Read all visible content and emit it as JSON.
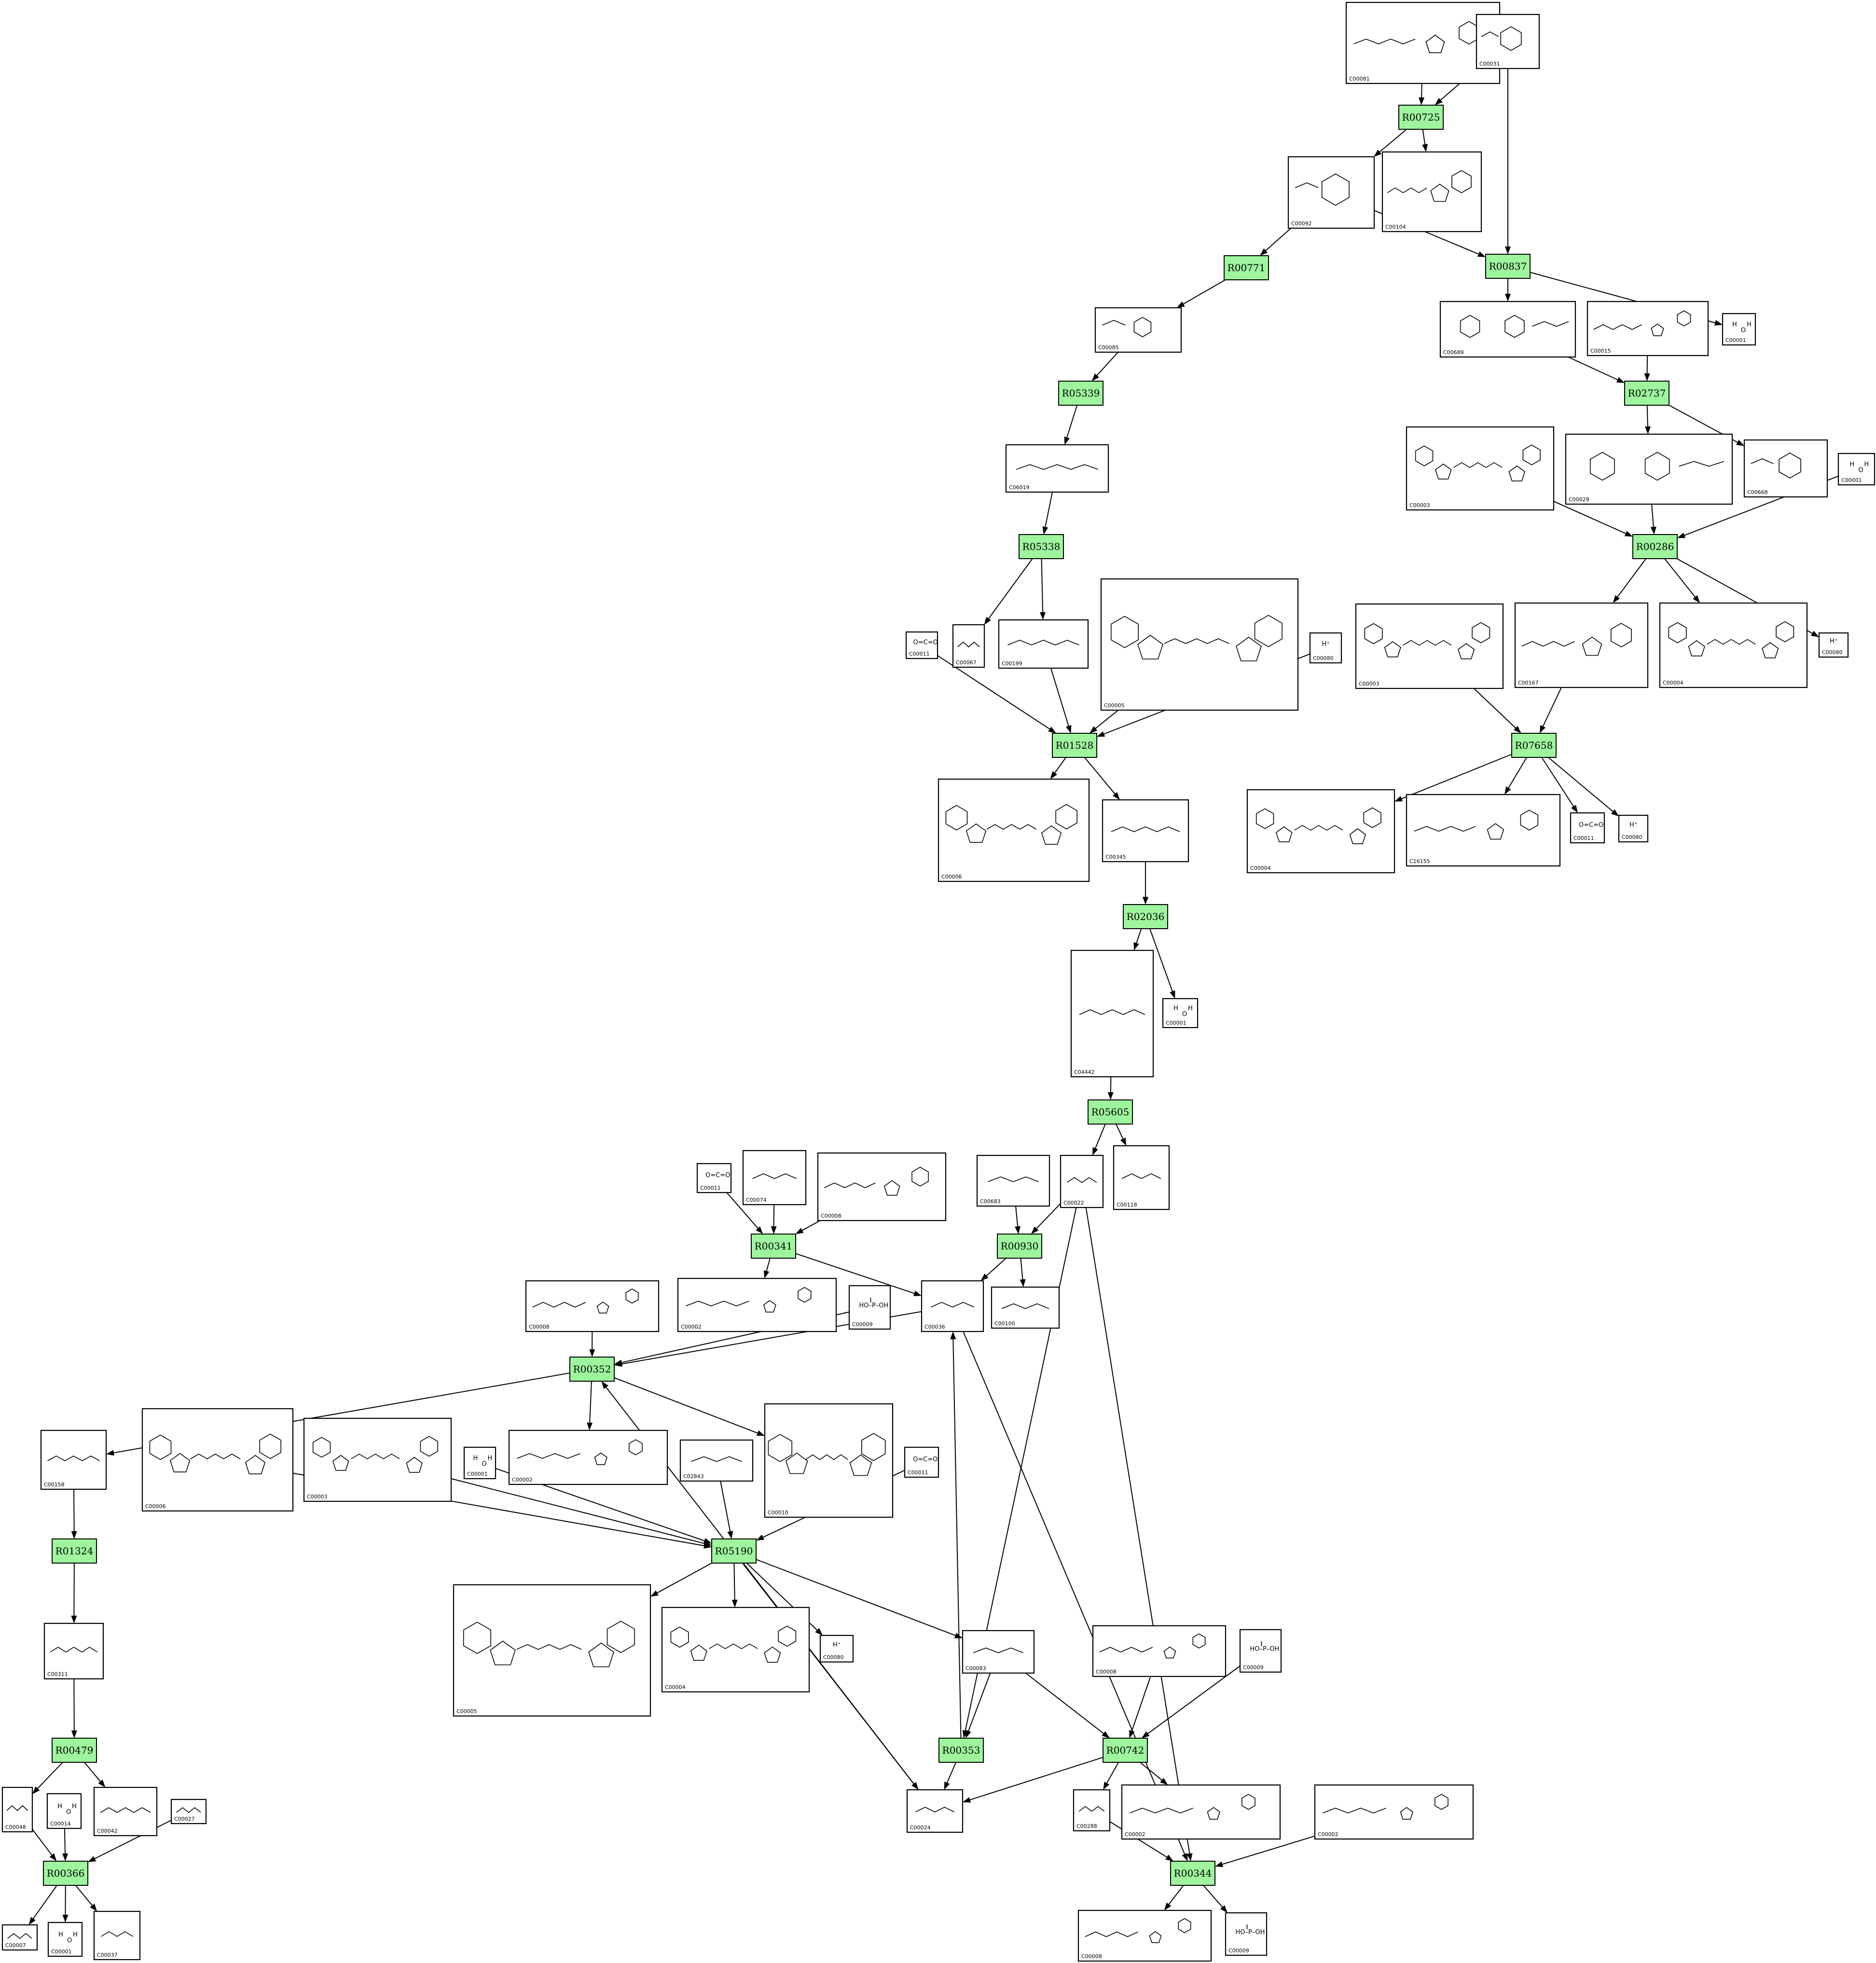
{
  "reactions": [
    {
      "id": "R00725"
    },
    {
      "id": "R00837"
    },
    {
      "id": "R00771"
    },
    {
      "id": "R02737"
    },
    {
      "id": "R05339"
    },
    {
      "id": "R00286"
    },
    {
      "id": "R05338"
    },
    {
      "id": "R01528"
    },
    {
      "id": "R07658"
    },
    {
      "id": "R02036"
    },
    {
      "id": "R05605"
    },
    {
      "id": "R00341"
    },
    {
      "id": "R00930"
    },
    {
      "id": "R00352"
    },
    {
      "id": "R05190"
    },
    {
      "id": "R01324"
    },
    {
      "id": "R00479"
    },
    {
      "id": "R00353"
    },
    {
      "id": "R00742"
    },
    {
      "id": "R00366"
    },
    {
      "id": "R00344"
    }
  ],
  "compounds": [
    {
      "key": "c_081",
      "code": "C00081",
      "kind": "nuc"
    },
    {
      "key": "c_031",
      "code": "C00031",
      "kind": "sugar"
    },
    {
      "key": "c_092",
      "code": "C00092",
      "kind": "sugar"
    },
    {
      "key": "c_104",
      "code": "C00104",
      "kind": "nuc"
    },
    {
      "key": "c_085",
      "code": "C00085",
      "kind": "sugar"
    },
    {
      "key": "c_689",
      "code": "C00689",
      "kind": "disugar"
    },
    {
      "key": "c_015",
      "code": "C00015",
      "kind": "nuc"
    },
    {
      "key": "c_001a",
      "code": "C00001",
      "kind": "water"
    },
    {
      "key": "c_6019",
      "code": "C06019",
      "kind": "chain"
    },
    {
      "key": "c_003a",
      "code": "C00003",
      "kind": "dinuc"
    },
    {
      "key": "c_029",
      "code": "C00029",
      "kind": "disugar"
    },
    {
      "key": "c_668",
      "code": "C00668",
      "kind": "sugar"
    },
    {
      "key": "c_001b",
      "code": "C00001",
      "kind": "water"
    },
    {
      "key": "c_011a",
      "code": "C00011",
      "kind": "co2"
    },
    {
      "key": "c_067",
      "code": "C00067",
      "kind": "small"
    },
    {
      "key": "c_199",
      "code": "C00199",
      "kind": "chain"
    },
    {
      "key": "c_005a",
      "code": "C00005",
      "kind": "dinuc"
    },
    {
      "key": "c_080a",
      "code": "C00080",
      "kind": "proton"
    },
    {
      "key": "c_003b",
      "code": "C00003",
      "kind": "dinuc"
    },
    {
      "key": "c_167",
      "code": "C00167",
      "kind": "nuc"
    },
    {
      "key": "c_004a",
      "code": "C00004",
      "kind": "dinuc"
    },
    {
      "key": "c_080b",
      "code": "C00080",
      "kind": "proton"
    },
    {
      "key": "c_006a",
      "code": "C00006",
      "kind": "dinuc"
    },
    {
      "key": "c_345",
      "code": "C00345",
      "kind": "chain"
    },
    {
      "key": "c_004b",
      "code": "C00004",
      "kind": "dinuc"
    },
    {
      "key": "c_16155",
      "code": "C16155",
      "kind": "nuc"
    },
    {
      "key": "c_011b",
      "code": "C00011",
      "kind": "co2"
    },
    {
      "key": "c_080c",
      "code": "C00080",
      "kind": "proton"
    },
    {
      "key": "c_4442",
      "code": "C04442",
      "kind": "chain"
    },
    {
      "key": "c_001c",
      "code": "C00001",
      "kind": "water"
    },
    {
      "key": "c_011c",
      "code": "C00011",
      "kind": "co2"
    },
    {
      "key": "c_074",
      "code": "C00074",
      "kind": "small"
    },
    {
      "key": "c_008a",
      "code": "C00008",
      "kind": "nuc"
    },
    {
      "key": "c_683",
      "code": "C00683",
      "kind": "small"
    },
    {
      "key": "c_022",
      "code": "C00022",
      "kind": "small"
    },
    {
      "key": "c_118",
      "code": "C00118",
      "kind": "small"
    },
    {
      "key": "c_008b",
      "code": "C00008",
      "kind": "nuc"
    },
    {
      "key": "c_002a",
      "code": "C00002",
      "kind": "nuc"
    },
    {
      "key": "c_009a",
      "code": "C00009",
      "kind": "phosphate"
    },
    {
      "key": "c_036",
      "code": "C00036",
      "kind": "small"
    },
    {
      "key": "c_100",
      "code": "C00100",
      "kind": "small"
    },
    {
      "key": "c_158",
      "code": "C00158",
      "kind": "chain"
    },
    {
      "key": "c_006b",
      "code": "C00006",
      "kind": "dinuc"
    },
    {
      "key": "c_003c",
      "code": "C00003",
      "kind": "dinuc"
    },
    {
      "key": "c_001d",
      "code": "C00001",
      "kind": "water"
    },
    {
      "key": "c_002b",
      "code": "C00002",
      "kind": "nuc"
    },
    {
      "key": "c_2843",
      "code": "C02843",
      "kind": "small"
    },
    {
      "key": "c_010",
      "code": "C00010",
      "kind": "dinuc"
    },
    {
      "key": "c_011d",
      "code": "C00011",
      "kind": "co2"
    },
    {
      "key": "c_311",
      "code": "C00311",
      "kind": "chain"
    },
    {
      "key": "c_005b",
      "code": "C00005",
      "kind": "dinuc"
    },
    {
      "key": "c_004c",
      "code": "C00004",
      "kind": "dinuc"
    },
    {
      "key": "c_080d",
      "code": "C00080",
      "kind": "proton"
    },
    {
      "key": "c_083",
      "code": "C00083",
      "kind": "small"
    },
    {
      "key": "c_008c",
      "code": "C00008",
      "kind": "nuc"
    },
    {
      "key": "c_009b",
      "code": "C00009",
      "kind": "phosphate"
    },
    {
      "key": "c_048",
      "code": "C00048",
      "kind": "small"
    },
    {
      "key": "c_014",
      "code": "C00014",
      "kind": "water"
    },
    {
      "key": "c_042",
      "code": "C00042",
      "kind": "chain"
    },
    {
      "key": "c_027",
      "code": "C00027",
      "kind": "small"
    },
    {
      "key": "c_024",
      "code": "C00024",
      "kind": "small"
    },
    {
      "key": "c_288",
      "code": "C00288",
      "kind": "small"
    },
    {
      "key": "c_002c",
      "code": "C00002",
      "kind": "nuc"
    },
    {
      "key": "c_002d",
      "code": "C00002",
      "kind": "nuc"
    },
    {
      "key": "c_007",
      "code": "C00007",
      "kind": "small"
    },
    {
      "key": "c_001e",
      "code": "C00001",
      "kind": "water"
    },
    {
      "key": "c_037",
      "code": "C00037",
      "kind": "small"
    },
    {
      "key": "c_008d",
      "code": "C00008",
      "kind": "nuc"
    },
    {
      "key": "c_009c",
      "code": "C00009",
      "kind": "phosphate"
    }
  ],
  "edges": [
    [
      "c_081",
      "R00725"
    ],
    [
      "c_031",
      "R00725"
    ],
    [
      "R00725",
      "c_092"
    ],
    [
      "R00725",
      "c_104"
    ],
    [
      "c_031",
      "R00837"
    ],
    [
      "c_092",
      "R00837"
    ],
    [
      "c_092",
      "R00771"
    ],
    [
      "R00771",
      "c_085"
    ],
    [
      "R00837",
      "c_689"
    ],
    [
      "R00837",
      "c_001a"
    ],
    [
      "c_689",
      "R02737"
    ],
    [
      "c_015",
      "R02737"
    ],
    [
      "c_085",
      "R05339"
    ],
    [
      "R05339",
      "c_6019"
    ],
    [
      "R02737",
      "c_029"
    ],
    [
      "R02737",
      "c_668"
    ],
    [
      "c_029",
      "R00286"
    ],
    [
      "c_003a",
      "R00286"
    ],
    [
      "c_001b",
      "R00286"
    ],
    [
      "c_6019",
      "R05338"
    ],
    [
      "R05338",
      "c_067"
    ],
    [
      "R05338",
      "c_199"
    ],
    [
      "R00286",
      "c_167"
    ],
    [
      "R00286",
      "c_004a"
    ],
    [
      "R00286",
      "c_080a"
    ],
    [
      "c_011a",
      "R01528"
    ],
    [
      "c_199",
      "R01528"
    ],
    [
      "c_005a",
      "R01528"
    ],
    [
      "c_080b",
      "R01528"
    ],
    [
      "c_003b",
      "R07658"
    ],
    [
      "c_167",
      "R07658"
    ],
    [
      "R01528",
      "c_006a"
    ],
    [
      "R01528",
      "c_345"
    ],
    [
      "R07658",
      "c_004b"
    ],
    [
      "R07658",
      "c_16155"
    ],
    [
      "R07658",
      "c_011b"
    ],
    [
      "R07658",
      "c_080c"
    ],
    [
      "c_345",
      "R02036"
    ],
    [
      "R02036",
      "c_4442"
    ],
    [
      "R02036",
      "c_001c"
    ],
    [
      "c_4442",
      "R05605"
    ],
    [
      "R05605",
      "c_022"
    ],
    [
      "R05605",
      "c_118"
    ],
    [
      "c_011c",
      "R00341"
    ],
    [
      "c_074",
      "R00341"
    ],
    [
      "c_008a",
      "R00341"
    ],
    [
      "c_683",
      "R00930"
    ],
    [
      "c_022",
      "R00930"
    ],
    [
      "R00341",
      "c_002a"
    ],
    [
      "R00341",
      "c_036"
    ],
    [
      "R00930",
      "c_036"
    ],
    [
      "R00930",
      "c_100"
    ],
    [
      "c_008b",
      "R00352"
    ],
    [
      "c_009a",
      "R00352"
    ],
    [
      "c_036",
      "R00352"
    ],
    [
      "R00352",
      "c_158"
    ],
    [
      "R00352",
      "c_002b"
    ],
    [
      "R00352",
      "c_010"
    ],
    [
      "c_006b",
      "R05190"
    ],
    [
      "c_003c",
      "R05190"
    ],
    [
      "c_001d",
      "R05190"
    ],
    [
      "c_2843",
      "R05190"
    ],
    [
      "c_011d",
      "R05190"
    ],
    [
      "c_158",
      "R01324"
    ],
    [
      "R01324",
      "c_311"
    ],
    [
      "R05190",
      "c_005b"
    ],
    [
      "R05190",
      "c_004c"
    ],
    [
      "R05190",
      "c_080d"
    ],
    [
      "R05190",
      "c_083"
    ],
    [
      "R05190",
      "c_024"
    ],
    [
      "c_311",
      "R00479"
    ],
    [
      "c_083",
      "R00353"
    ],
    [
      "c_083",
      "R00742"
    ],
    [
      "c_008c",
      "R00742"
    ],
    [
      "c_009b",
      "R00742"
    ],
    [
      "c_022",
      "R00353"
    ],
    [
      "R00353",
      "c_036"
    ],
    [
      "R00353",
      "c_024"
    ],
    [
      "R00742",
      "c_024"
    ],
    [
      "R00742",
      "c_288"
    ],
    [
      "R00742",
      "c_002c"
    ],
    [
      "c_024",
      "R00352"
    ],
    [
      "R00479",
      "c_048"
    ],
    [
      "R00479",
      "c_042"
    ],
    [
      "c_048",
      "R00366"
    ],
    [
      "c_014",
      "R00366"
    ],
    [
      "c_027",
      "R00366"
    ],
    [
      "R00366",
      "c_007"
    ],
    [
      "R00366",
      "c_001e"
    ],
    [
      "R00366",
      "c_037"
    ],
    [
      "c_288",
      "R00344"
    ],
    [
      "c_002d",
      "R00344"
    ],
    [
      "c_022",
      "R00344"
    ],
    [
      "c_036",
      "R00344"
    ],
    [
      "R00344",
      "c_008d"
    ],
    [
      "R00344",
      "c_009c"
    ]
  ]
}
